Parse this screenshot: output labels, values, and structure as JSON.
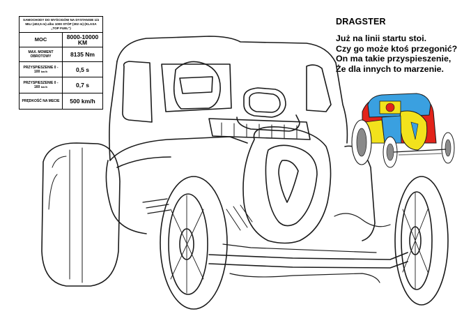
{
  "spec_table": {
    "header": "SAMOCHODY DO WYŚCIGÓW NA DYSTANSIE 1/4 MILI (402,5 m) albo 1000 STÓP (302 m) (KLASA „TOP FUEL\")",
    "rows": [
      {
        "label": "MOC",
        "value": "8000-10000 KM"
      },
      {
        "label": "MAX. MOMENT OBROTOWY",
        "value": "8135 Nm"
      },
      {
        "label": "PRZYSPIESZENIE 0 - 100",
        "unit": "km/h",
        "value": "0,5 s"
      },
      {
        "label": "PRZYSPIESZENIE 0 - 160",
        "unit": "km/h",
        "value": "0,7 s"
      },
      {
        "label": "PRĘDKOŚĆ NA MECIE",
        "value": "500 km/h"
      }
    ]
  },
  "poem": {
    "title": "DRAGSTER",
    "lines": [
      "Już na linii startu stoi.",
      "Czy go może ktoś przegonić?",
      "On ma takie przyspieszenie,",
      "Że dla innych to marzenie."
    ]
  },
  "colors": {
    "line": "#1a1a1a",
    "preview_blue": "#3aa0e0",
    "preview_yellow": "#f2e21c",
    "preview_red": "#e2231a",
    "preview_grey": "#8a8a8a"
  },
  "icons": [
    "dragster-outline-illustration",
    "dragster-color-preview"
  ]
}
